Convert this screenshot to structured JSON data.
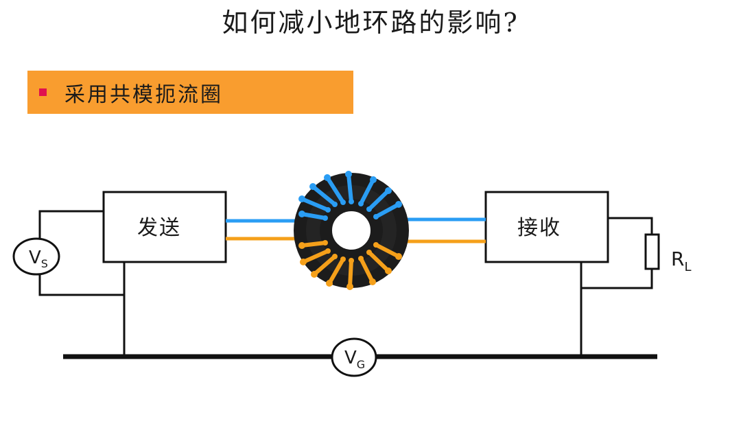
{
  "title": "如何减小地环路的影响?",
  "banner": {
    "text": "采用共模扼流圈",
    "color": "#f99d2f",
    "bullet_color": "#e0104f"
  },
  "diagram": {
    "transmitter_label": "发送",
    "receiver_label": "接收",
    "source": {
      "main": "V",
      "sub": "S"
    },
    "ground": {
      "main": "V",
      "sub": "G"
    },
    "load": {
      "main": "R",
      "sub": "L"
    },
    "wire_colors": {
      "signal": "#2a9df4",
      "return": "#f5a01a"
    },
    "choke_core_color": "#1a1a1a"
  }
}
